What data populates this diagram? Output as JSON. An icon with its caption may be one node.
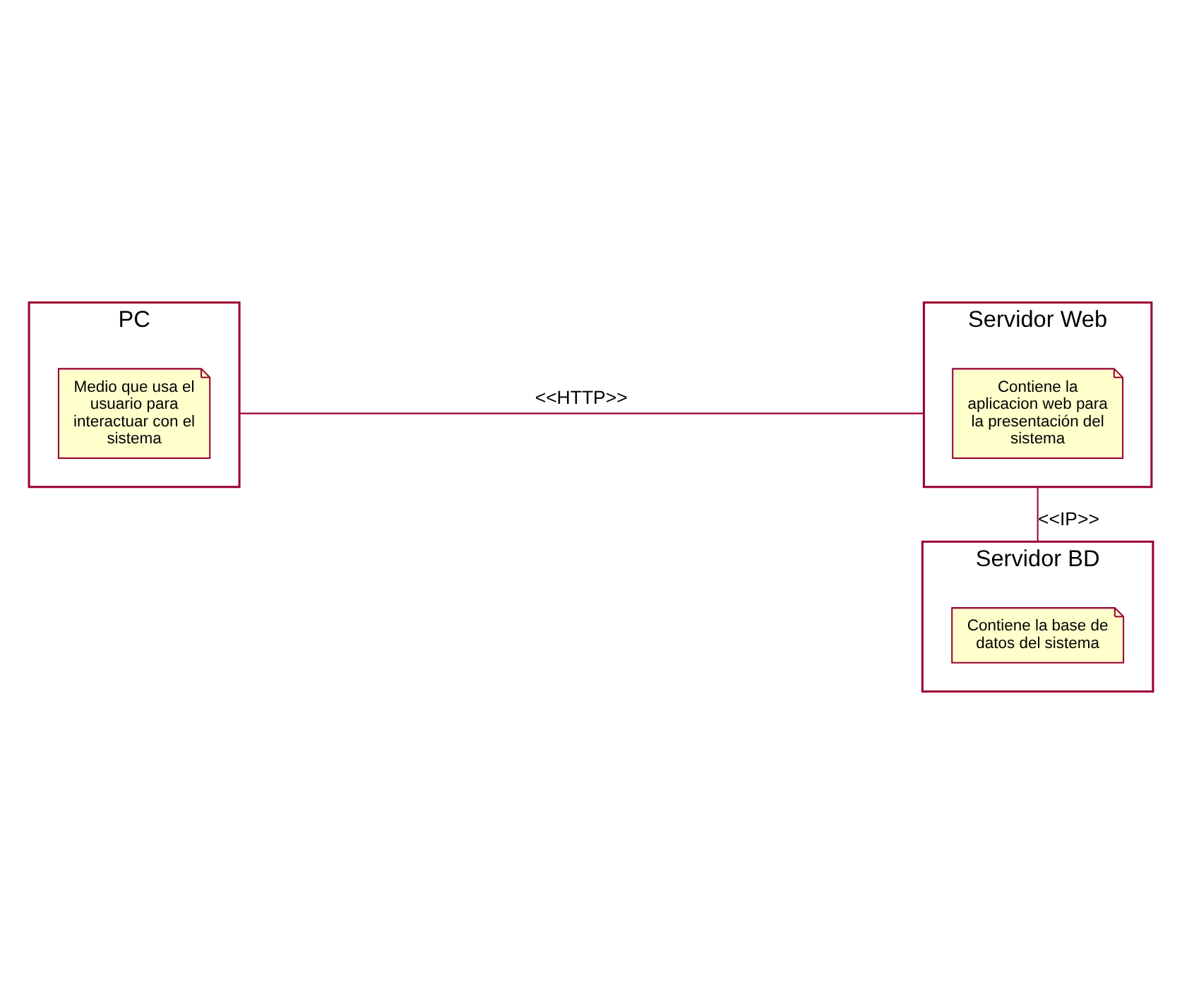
{
  "diagram": {
    "nodes": [
      {
        "text": [
          "PC"
        ]
      },
      {
        "text": [
          "Medio que usa el usuario para interactuar con el sistema"
        ],
        "in": 0
      },
      {
        "text": [
          "Servidor Web"
        ]
      },
      {
        "text": [
          "Contiene la aplicacion web para la presentación del sistema"
        ],
        "in": 2
      },
      {
        "text": [
          "Servidor BD"
        ]
      },
      {
        "text": [
          "Contiene la base de datos del sistema"
        ],
        "in": 4
      }
    ],
    "edges": [
      {
        "from": 0,
        "to": 2,
        "arrow": "none",
        "label": "<<HTTP>>"
      },
      {
        "from": 2,
        "to": 4,
        "arrow": "none",
        "label": "<<IP>>"
      }
    ]
  }
}
